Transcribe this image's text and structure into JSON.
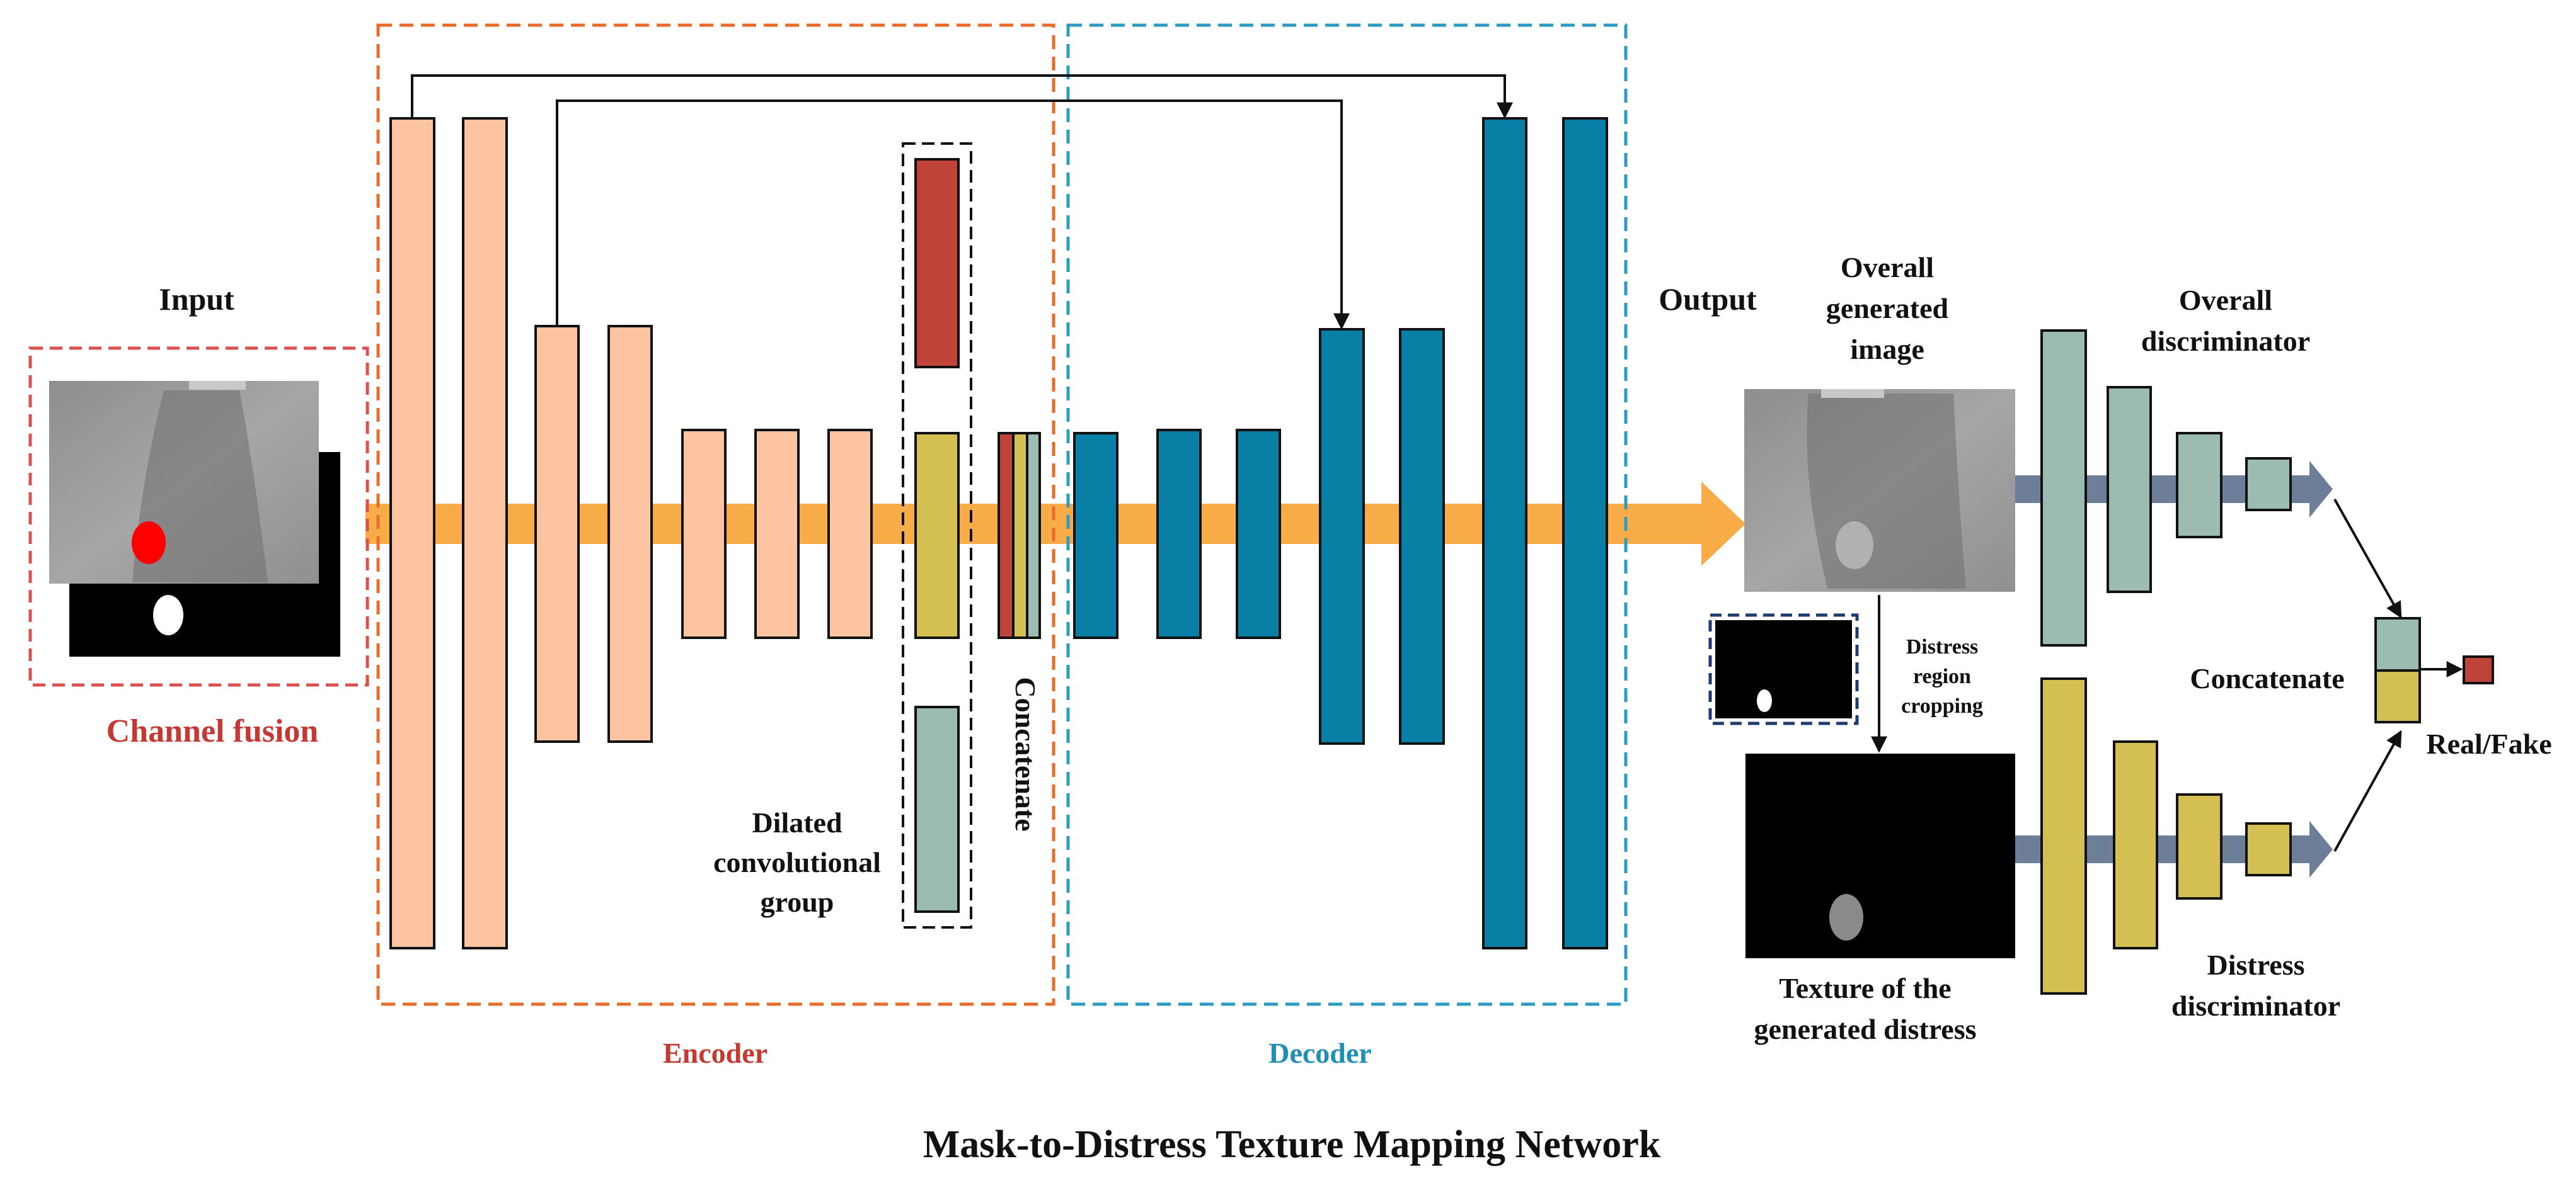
{
  "labels": {
    "input": "Input",
    "channel_fusion": "Channel fusion",
    "encoder": "Encoder",
    "decoder": "Decoder",
    "output": "Output",
    "dilated_line1": "Dilated",
    "dilated_line2": "convolutional",
    "dilated_line3": "group",
    "concatenate_vertical": "Concatenate",
    "overall_generated_line1": "Overall",
    "overall_generated_line2": "generated",
    "overall_generated_line3": "image",
    "distress_crop_line1": "Distress",
    "distress_crop_line2": "region",
    "distress_crop_line3": "cropping",
    "texture_line1": "Texture of the",
    "texture_line2": "generated distress",
    "overall_disc_line1": "Overall",
    "overall_disc_line2": "discriminator",
    "distress_disc_line1": "Distress",
    "distress_disc_line2": "discriminator",
    "concatenate": "Concatenate",
    "real_fake": "Real/Fake",
    "title": "Mask-to-Distress Texture Mapping Network"
  },
  "colors": {
    "encoder_block": "#FDC4A2",
    "decoder_block": "#0A7FA6",
    "dilated_red": "#C0433A",
    "dilated_yellow": "#D4BF53",
    "dilated_gray": "#9CBCB2",
    "main_arrow": "#F8AC47",
    "disc_arrow": "#6D7F98",
    "encoder_box": "#E96C2B",
    "decoder_box": "#2E9BC2",
    "channel_fusion_box": "#D9524E",
    "channel_fusion_text": "#C43A32",
    "encoder_text": "#C43A32",
    "decoder_text": "#1F8FB8",
    "mask_box": "#1E3A6E",
    "result_red": "#C0433A"
  }
}
